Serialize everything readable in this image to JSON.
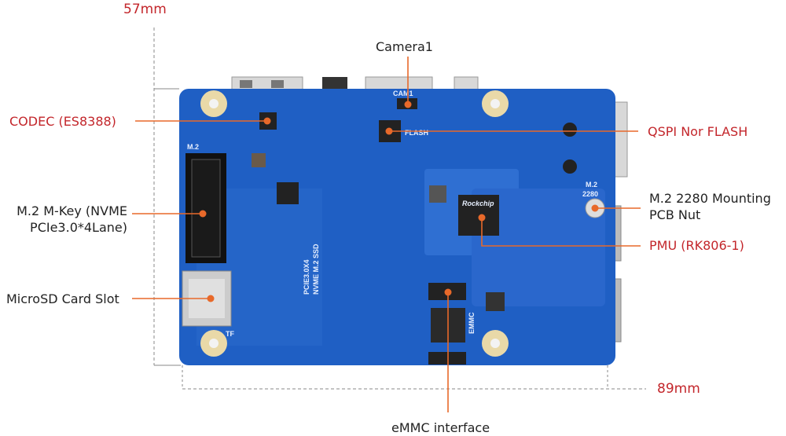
{
  "dimensions": {
    "height": "57mm",
    "width": "89mm"
  },
  "callouts": {
    "camera": "Camera1",
    "codec": "CODEC (ES8388)",
    "qspi": "QSPI Nor FLASH",
    "m2_mkey_line1": "M.2 M-Key (NVME",
    "m2_mkey_line2": "PCIe3.0*4Lane)",
    "m2_nut_line1": "M.2 2280 Mounting",
    "m2_nut_line2": "PCB Nut",
    "pmu": "PMU (RK806-1)",
    "microsd": "MicroSD Card Slot",
    "emmc": "eMMC interface"
  },
  "silkscreen": {
    "m2": "M.2",
    "m2_2280_a": "M.2",
    "m2_2280_b": "2280",
    "pcie_a": "PCIE3.0X4",
    "pcie_b": "NVME M.2 SSD",
    "flash": "FLASH",
    "cam": "CAM1",
    "tf": "TF",
    "emmc": "EMMC",
    "rockchip": "Rockchip"
  },
  "colors": {
    "board": "#1f5fc4",
    "callout_line": "#e8692a",
    "red_label": "#c3262b"
  }
}
